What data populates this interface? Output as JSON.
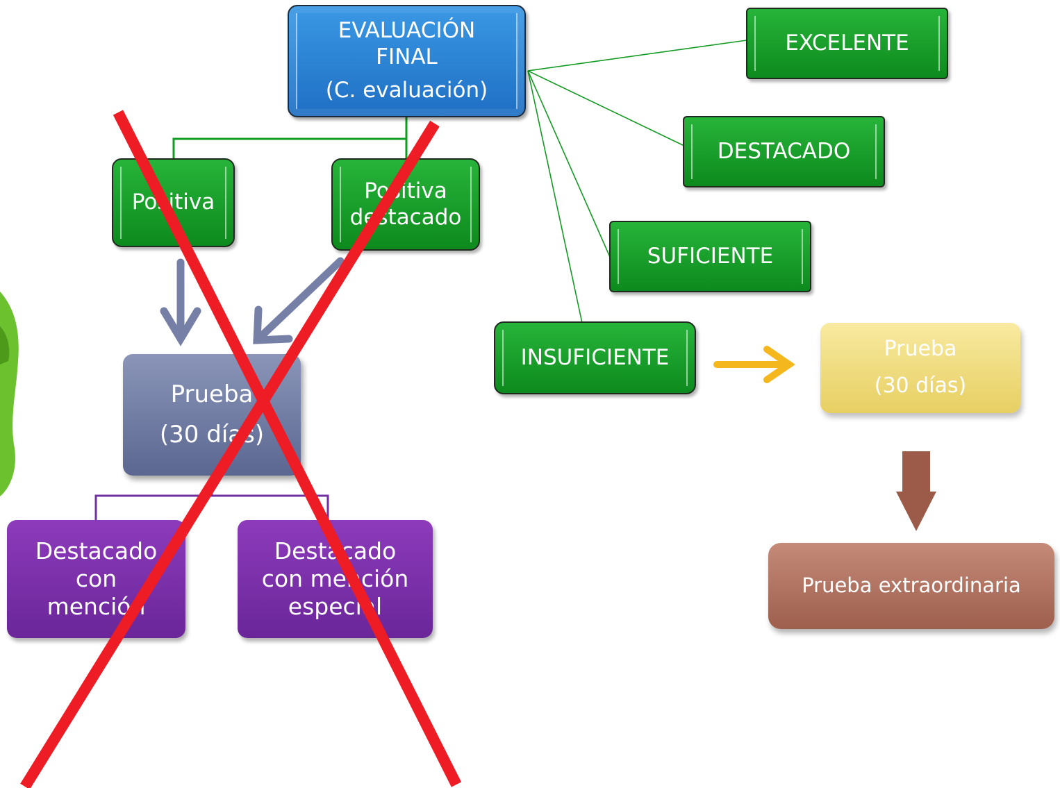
{
  "nodes": {
    "evaluacion_final": {
      "line1": "EVALUACIÓN",
      "line2": "FINAL",
      "line3": "(C. evaluación)"
    },
    "positiva": {
      "label": "Positiva"
    },
    "positiva_destacado": {
      "line1": "Positiva",
      "line2": "destacado"
    },
    "prueba_left": {
      "line1": "Prueba",
      "line2": "(30 días)"
    },
    "destacado_mencion": {
      "line1": "Destacado",
      "line2": "con",
      "line3": "mención"
    },
    "destacado_mencion_especial": {
      "line1": "Destacado",
      "line2": "con mención",
      "line3": "especial"
    },
    "excelente": {
      "label": "EXCELENTE"
    },
    "destacado": {
      "label": "DESTACADO"
    },
    "suficiente": {
      "label": "SUFICIENTE"
    },
    "insuficiente": {
      "label": "INSUFICIENTE"
    },
    "prueba_right": {
      "line1": "Prueba",
      "line2": "(30 días)"
    },
    "prueba_extraordinaria": {
      "label": "Prueba extraordinaria"
    }
  },
  "colors": {
    "crossout": "#ee1c24",
    "green_connector": "#139a22",
    "purple_connector": "#7030a0",
    "slate_arrow": "#7680a6",
    "yellow_arrow": "#f4b81e",
    "brown_arrow": "#9b5b48"
  }
}
